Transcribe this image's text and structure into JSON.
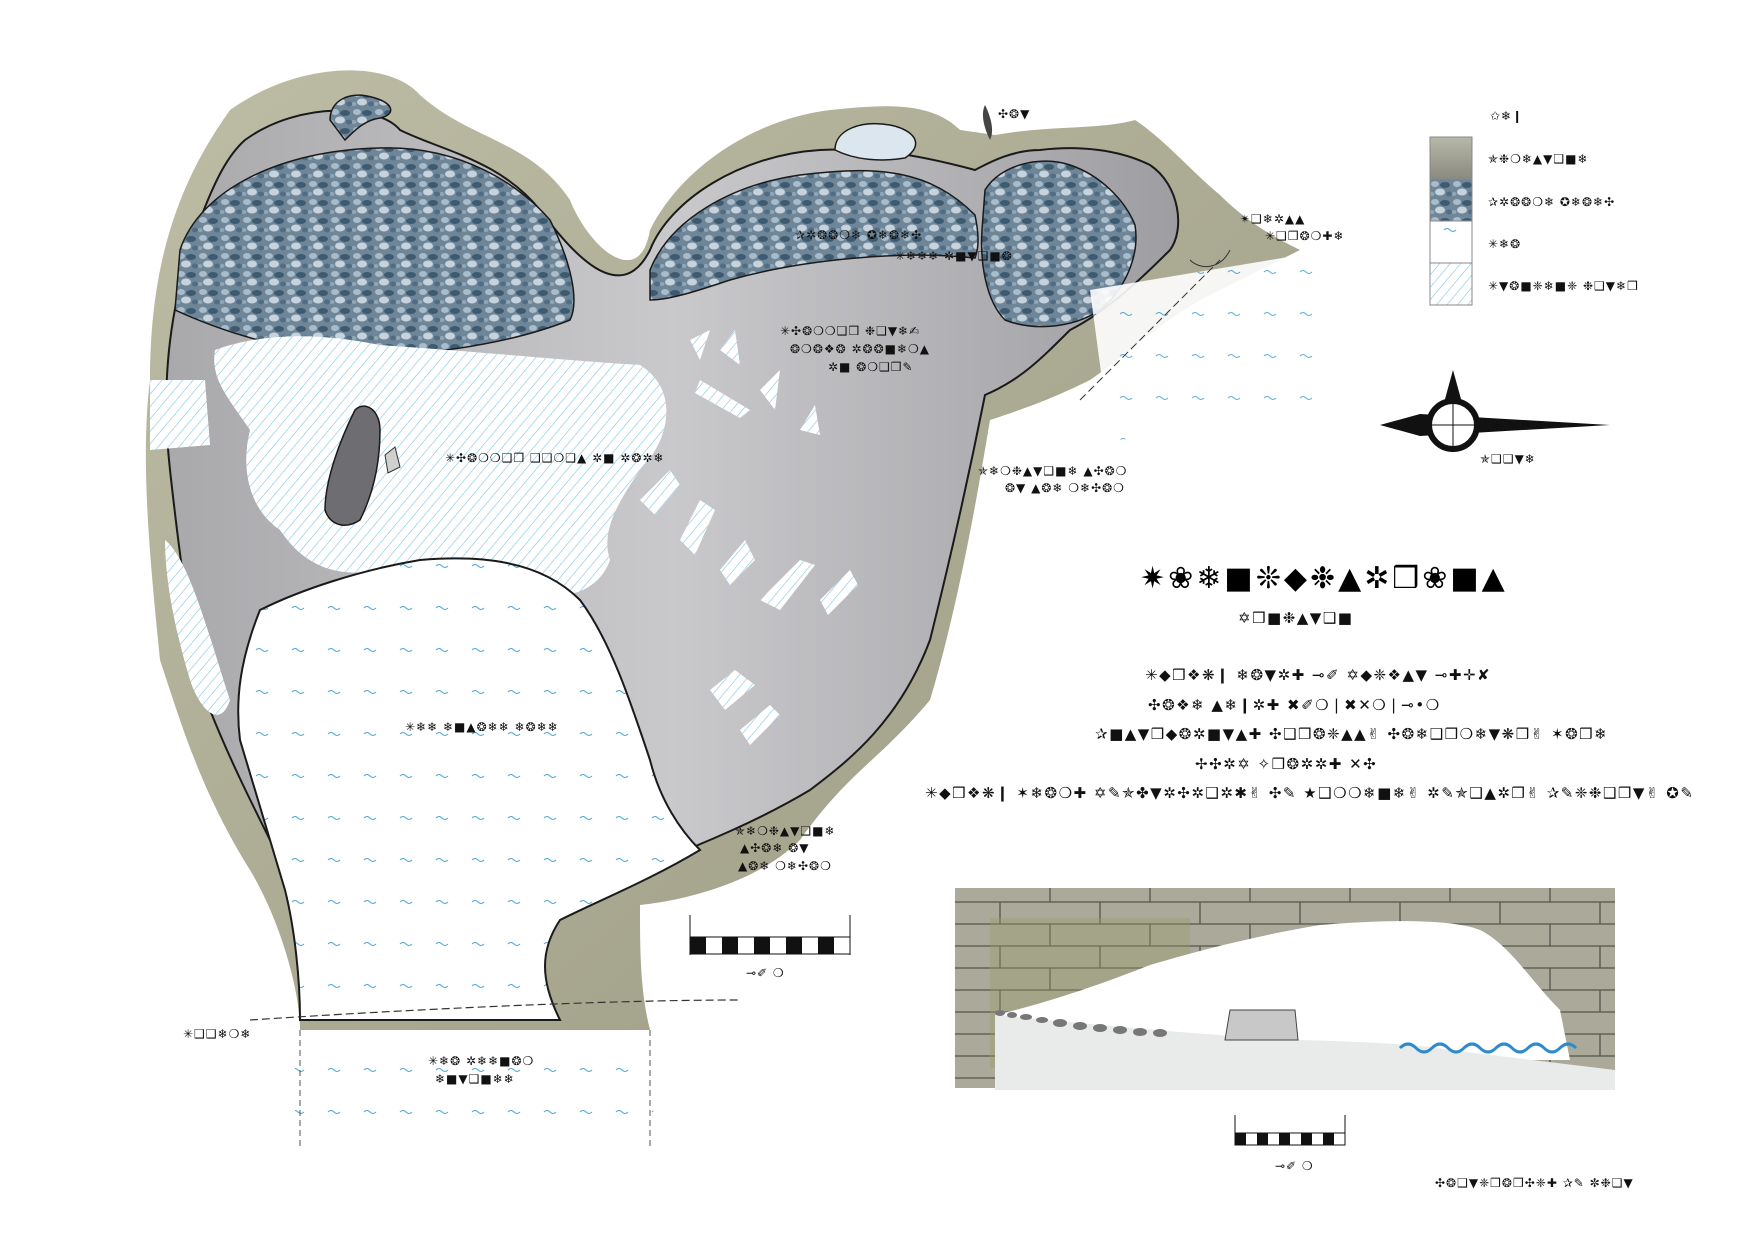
{
  "title": "✷❀❄■❊◆❉▲✲❒❀■▲",
  "subtitle": "✡❒■❉▲▼❑■",
  "notes": [
    "✳◆❒❖❋❙ ❄❂▼✲✚ ⊸✐ ✡◆❈❖▲▼ ⊸✚✛✘",
    "✣❂❖❄ ▲❄❙✲✚ ✖✐❍❘✖✕❍❘⊸•❍",
    "✰■▲▼❒◆❂✲■▼▲✚ ✣❑❒❂❈▲▲✌ ✣❂❄❑❒❍❄▼❋❒✌ ✶❂❒❄",
    "✢✣✲✡ ✧❒❂✲✲✚ ✕✣",
    "✳◆❒❖❋❙ ✶❄❂❍✚ ✡✎✯✤▼✲✣✲❑✲✱✌ ✣✎ ★❑❍❍❄■❄✌ ✲✎✯❑▲✲❒✌ ✰✎❈❉❑❒▼✌ ✪✎"
  ],
  "credit": "✣❂❑▼❈❒❂❒✣❈✚ ✰✎ ✼❉❑▼",
  "legend": {
    "heading": "✩❄❙",
    "items": [
      {
        "label": "✯❉❍❄▲▼❑■❄",
        "pattern": "limestone"
      },
      {
        "label": "✰✲❂❂❍❄ ✪❄❂❄✣",
        "pattern": "pebbles"
      },
      {
        "label": "✳❄❂",
        "pattern": "sea"
      },
      {
        "label": "✳▼❂■❈❄■❈ ❉❑▼❄❒",
        "pattern": "hatch"
      }
    ]
  },
  "north_label": "✯❑❑▼❄",
  "plan_labels": {
    "upper_pebbles": "✰✲❂❂❍❄ ✪❄❂❄✣",
    "neck": "✳❄❄❄ ✲■▼❑■❂",
    "pool_left": "✳✣❂❍❍❑❒ ❑❑❍❑▲ ✲■ ✲❂✲❄",
    "pools_right_1": "✳✣❂❍❍❑❒ ❉❑▼❄✍",
    "pools_right_2": "❂❍❂❖❂ ✲❂❂■❄❍▲",
    "pools_right_3": "✲■ ❂❍❑❒✎",
    "limestone_right_1": "✯❄❍❉▲▼❑■❄ ▲✣❂❍",
    "limestone_right_2": "❂▼ ▲❂❄ ❍❄✣❂❍",
    "sea_mid": "✳❄❄ ❄■▲❂❄❄ ❄❂❄❄",
    "limestone_lower_1": "✯❄❍❉▲▼❑■❄",
    "limestone_lower_2": "▲✣❂❄ ❂▼",
    "limestone_lower_3": "▲❂❄ ❍❄✣❂❍",
    "outer_edge": "✳❑❑❄❍❄",
    "sea_bottom_1": "✳❄❂ ✲❄❄■❂❍",
    "sea_bottom_2": "❄■▼❑■❄❄",
    "top_annot": "✣❂▼",
    "small_annot": "✴❑❄✲▲▲",
    "small_annot_2": "✳❑❒❂❍✚❄"
  },
  "scales": {
    "plan_label": "⊸✐ ❍",
    "section_label": "⊸✐ ❍"
  },
  "colors": {
    "limestone": "#a7a78f",
    "cave_floor": "#b0b0b3",
    "sea_line": "#4aa6d6",
    "hatch": "#7fc4e6",
    "outline": "#1a1a1a"
  }
}
